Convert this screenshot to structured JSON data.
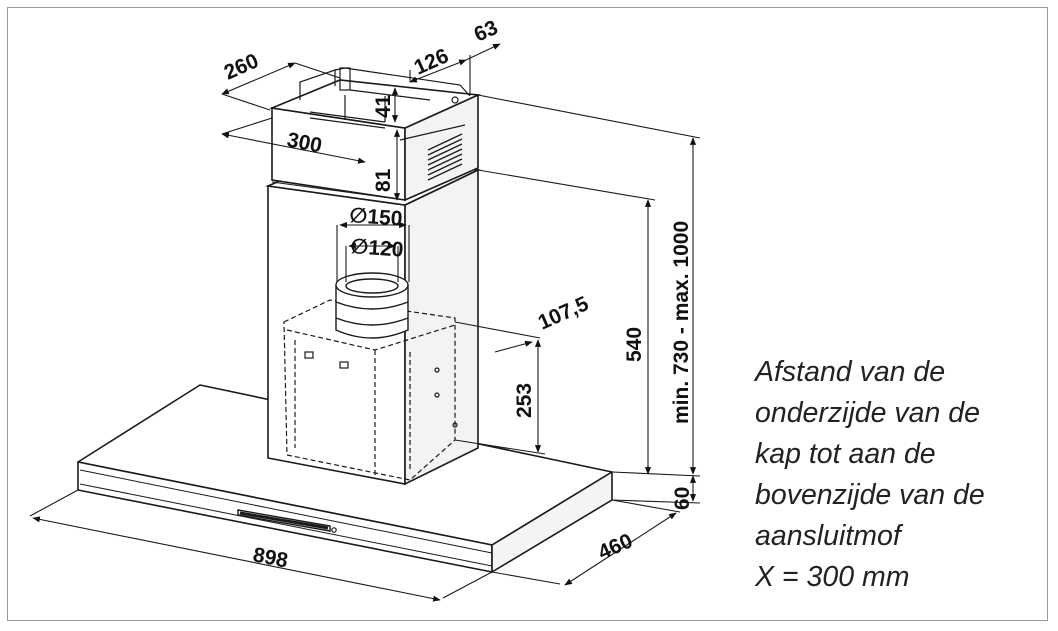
{
  "dimensions": {
    "d260": "260",
    "d63": "63",
    "d126": "126",
    "d41": "41",
    "d300": "300",
    "d81": "81",
    "d150": "150",
    "d120": "120",
    "d107_5": "107,5",
    "d540": "540",
    "d253": "253",
    "range": "min. 730 - max. 1000",
    "d60": "60",
    "d898": "898",
    "d460": "460"
  },
  "note": {
    "lines": [
      "Afstand van de",
      "onderzijde van de",
      "kap tot aan de",
      "bovenzijde van de",
      "aansluitmof",
      "X = 300 mm"
    ]
  },
  "diameter_symbol": "∅",
  "colors": {
    "stroke": "#1a1a1a",
    "frame": "#9a9a9a",
    "text": "#111111"
  }
}
